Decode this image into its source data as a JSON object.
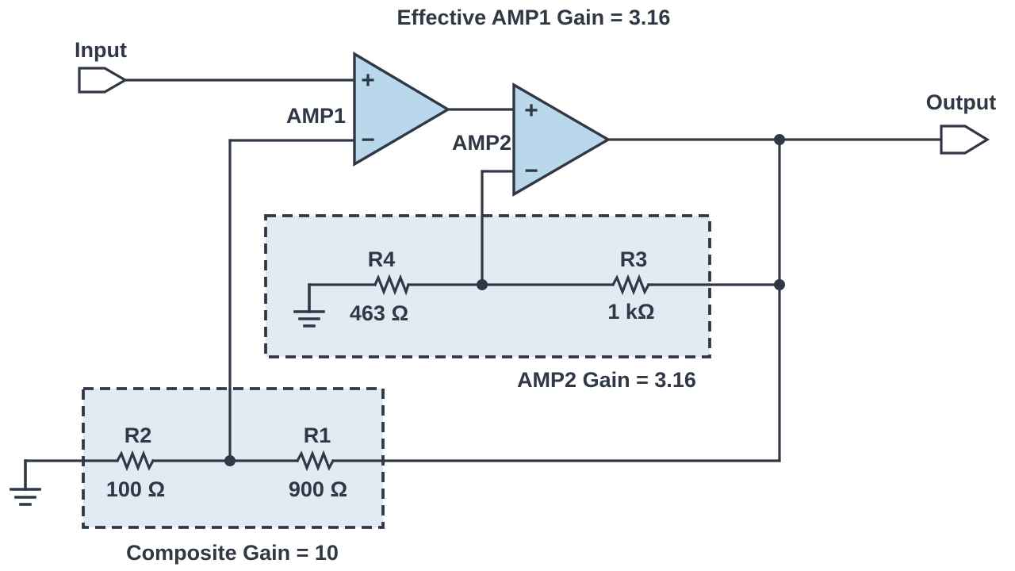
{
  "title": "Effective AMP1 Gain = 3.16",
  "ports": {
    "input_label": "Input",
    "output_label": "Output"
  },
  "amplifiers": [
    {
      "name": "AMP1",
      "noninverting_symbol": "+",
      "inverting_symbol": "−"
    },
    {
      "name": "AMP2",
      "noninverting_symbol": "+",
      "inverting_symbol": "−"
    }
  ],
  "networks": [
    {
      "caption": "AMP2 Gain = 3.16",
      "resistors": [
        {
          "name": "R4",
          "value": "463 Ω"
        },
        {
          "name": "R3",
          "value": "1 kΩ"
        }
      ]
    },
    {
      "caption": "Composite Gain = 10",
      "resistors": [
        {
          "name": "R2",
          "value": "100 Ω"
        },
        {
          "name": "R1",
          "value": "900 Ω"
        }
      ]
    }
  ],
  "colors": {
    "ink": "#303845",
    "opamp_fill": "#b9d8ec",
    "network_fill": "#e0ebf4",
    "background": "#ffffff"
  }
}
